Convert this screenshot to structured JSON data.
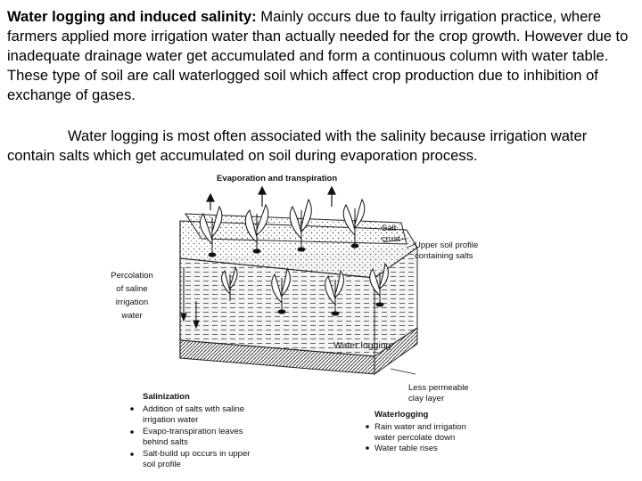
{
  "paragraph1": {
    "heading": "Water logging and induced salinity:",
    "text": " Mainly occurs due to faulty irrigation practice, where farmers applied more irrigation water than actually needed for the crop growth. However due to inadequate drainage water get accumulated and form a continuous column with water table. These type of soil are call waterlogged soil which affect crop production due to inhibition of exchange of gases."
  },
  "paragraph2": {
    "text": "Water logging is most often associated with the salinity because irrigation water contain salts which get accumulated on soil during evaporation process."
  },
  "figure": {
    "top_label": "Evaporation and transpiration",
    "salt_crust": [
      "Salt",
      "crust"
    ],
    "upper_profile": [
      "Upper soil profile",
      "containing salts"
    ],
    "percolation": [
      "Percolation",
      "of saline",
      "irrigation",
      "water"
    ],
    "water_logging": "Water logging",
    "clay_layer": [
      "Less permeable",
      "clay layer"
    ],
    "salinization": {
      "title": "Salinization",
      "items": [
        [
          "Addition of salts with saline",
          "irrigation water"
        ],
        [
          "Evapo-transpiration leaves",
          "behind salts"
        ],
        [
          "Salt-build up occurs in upper",
          "soil profile"
        ]
      ]
    },
    "waterlogging": {
      "title": "Waterlogging",
      "items": [
        [
          "Rain water and irrigation",
          "water percolate down"
        ],
        [
          "Water table rises"
        ]
      ]
    }
  }
}
